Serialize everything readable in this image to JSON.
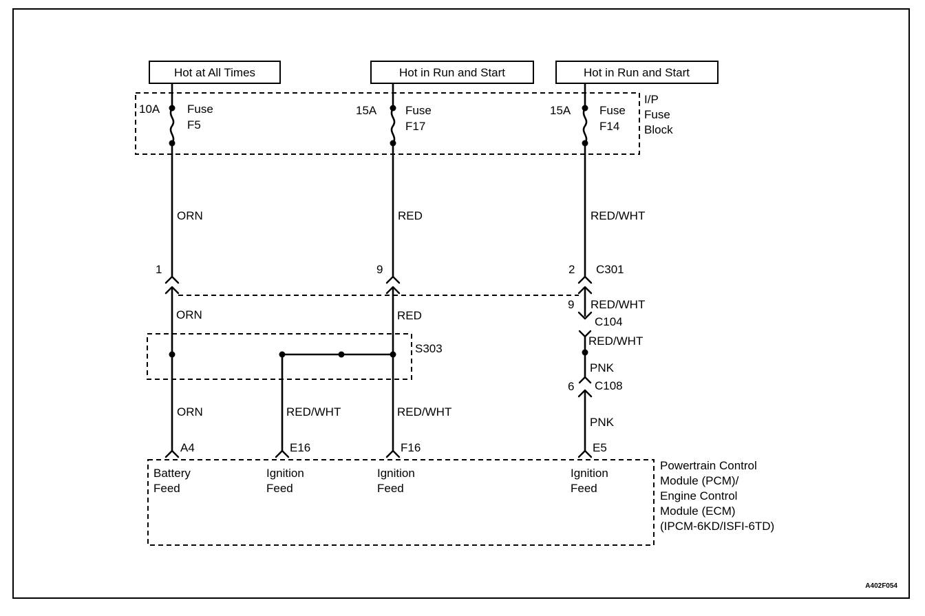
{
  "sources": [
    {
      "label": "Hot at All Times"
    },
    {
      "label": "Hot in Run and Start"
    },
    {
      "label": "Hot in Run and Start"
    }
  ],
  "fuse_block": {
    "label_lines": [
      "I/P",
      "Fuse",
      "Block"
    ]
  },
  "fuses": [
    {
      "rating": "10A",
      "name_lines": [
        "Fuse",
        "F5"
      ]
    },
    {
      "rating": "15A",
      "name_lines": [
        "Fuse",
        "F17"
      ]
    },
    {
      "rating": "15A",
      "name_lines": [
        "Fuse",
        "F14"
      ]
    }
  ],
  "wires": {
    "f5_out": "ORN",
    "f17_out": "RED",
    "f14_out": "RED/WHT",
    "orn_mid": "ORN",
    "red_mid": "RED",
    "c301_c104": "RED/WHT",
    "c104_out": "RED/WHT",
    "pnk_top": "PNK",
    "pnk_bottom": "PNK",
    "orn_pcm": "ORN",
    "branch_e16": "RED/WHT",
    "branch_f16": "RED/WHT"
  },
  "connectors": {
    "c301": {
      "name": "C301",
      "pins": [
        "1",
        "9",
        "2"
      ]
    },
    "c104": {
      "name": "C104",
      "pin": "9"
    },
    "c108": {
      "name": "C108",
      "pin": "6"
    }
  },
  "splice": {
    "name": "S303"
  },
  "pcm_pins": [
    {
      "pin": "A4",
      "label_lines": [
        "Battery",
        "Feed"
      ]
    },
    {
      "pin": "E16",
      "label_lines": [
        "Ignition",
        "Feed"
      ]
    },
    {
      "pin": "F16",
      "label_lines": [
        "Ignition",
        "Feed"
      ]
    },
    {
      "pin": "E5",
      "label_lines": [
        "Ignition",
        "Feed"
      ]
    }
  ],
  "module": {
    "label_lines": [
      "Powertrain Control",
      "Module (PCM)/",
      "Engine Control",
      "Module (ECM)",
      "(IPCM-6KD/ISFI-6TD)"
    ]
  },
  "figure_id": "A402F054"
}
